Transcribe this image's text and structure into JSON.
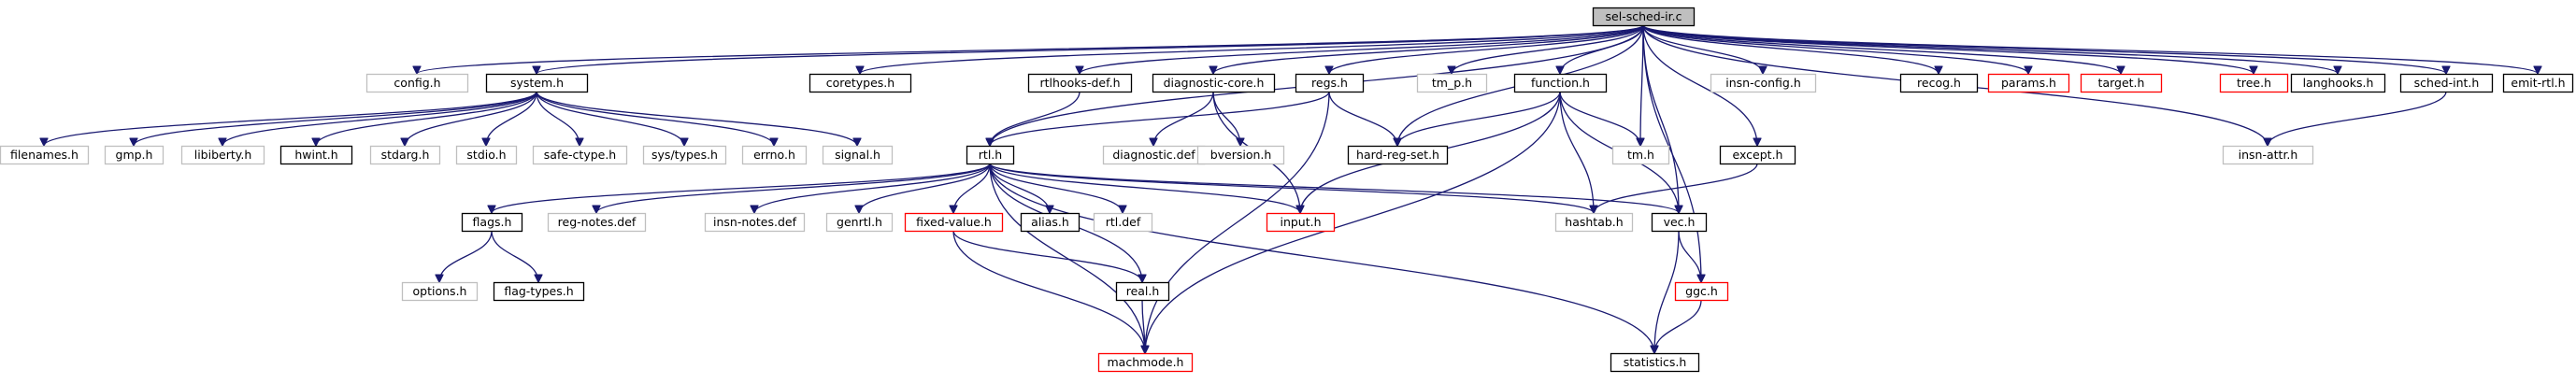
{
  "graph": {
    "title": "sel-sched-ir.c",
    "colors": {
      "root_fill": "#bfbfbf",
      "normal_border": "#000000",
      "muted_border": "#bfbfbf",
      "truncated_border": "#ff0000",
      "edge": "#191970",
      "text": "#000000"
    },
    "nodes": [
      {
        "id": "sel-sched-ir-c",
        "label": "sel-sched-ir.c",
        "style": "root"
      },
      {
        "id": "config-h",
        "label": "config.h",
        "style": "muted"
      },
      {
        "id": "system-h",
        "label": "system.h",
        "style": "normal"
      },
      {
        "id": "coretypes-h",
        "label": "coretypes.h",
        "style": "normal"
      },
      {
        "id": "rtlhooks-def-h",
        "label": "rtlhooks-def.h",
        "style": "normal"
      },
      {
        "id": "diagnostic-core-h",
        "label": "diagnostic-core.h",
        "style": "normal"
      },
      {
        "id": "regs-h",
        "label": "regs.h",
        "style": "normal"
      },
      {
        "id": "tm-p-h",
        "label": "tm_p.h",
        "style": "muted"
      },
      {
        "id": "function-h",
        "label": "function.h",
        "style": "normal"
      },
      {
        "id": "insn-config-h",
        "label": "insn-config.h",
        "style": "muted"
      },
      {
        "id": "recog-h",
        "label": "recog.h",
        "style": "normal"
      },
      {
        "id": "params-h",
        "label": "params.h",
        "style": "truncated"
      },
      {
        "id": "target-h",
        "label": "target.h",
        "style": "truncated"
      },
      {
        "id": "tree-h",
        "label": "tree.h",
        "style": "truncated"
      },
      {
        "id": "langhooks-h",
        "label": "langhooks.h",
        "style": "normal"
      },
      {
        "id": "sched-int-h",
        "label": "sched-int.h",
        "style": "normal"
      },
      {
        "id": "emit-rtl-h",
        "label": "emit-rtl.h",
        "style": "normal"
      },
      {
        "id": "filenames-h",
        "label": "filenames.h",
        "style": "muted"
      },
      {
        "id": "gmp-h",
        "label": "gmp.h",
        "style": "muted"
      },
      {
        "id": "libiberty-h",
        "label": "libiberty.h",
        "style": "muted"
      },
      {
        "id": "hwint-h",
        "label": "hwint.h",
        "style": "normal"
      },
      {
        "id": "stdarg-h",
        "label": "stdarg.h",
        "style": "muted"
      },
      {
        "id": "stdio-h",
        "label": "stdio.h",
        "style": "muted"
      },
      {
        "id": "safe-ctype-h",
        "label": "safe-ctype.h",
        "style": "muted"
      },
      {
        "id": "sys-types-h",
        "label": "sys/types.h",
        "style": "muted"
      },
      {
        "id": "errno-h",
        "label": "errno.h",
        "style": "muted"
      },
      {
        "id": "signal-h",
        "label": "signal.h",
        "style": "muted"
      },
      {
        "id": "rtl-h",
        "label": "rtl.h",
        "style": "normal"
      },
      {
        "id": "diagnostic-def",
        "label": "diagnostic.def",
        "style": "muted"
      },
      {
        "id": "bversion-h",
        "label": "bversion.h",
        "style": "muted"
      },
      {
        "id": "hard-reg-set-h",
        "label": "hard-reg-set.h",
        "style": "normal"
      },
      {
        "id": "tm-h",
        "label": "tm.h",
        "style": "muted"
      },
      {
        "id": "except-h",
        "label": "except.h",
        "style": "normal"
      },
      {
        "id": "insn-attr-h",
        "label": "insn-attr.h",
        "style": "muted"
      },
      {
        "id": "flags-h",
        "label": "flags.h",
        "style": "normal"
      },
      {
        "id": "reg-notes-def",
        "label": "reg-notes.def",
        "style": "muted"
      },
      {
        "id": "insn-notes-def",
        "label": "insn-notes.def",
        "style": "muted"
      },
      {
        "id": "genrtl-h",
        "label": "genrtl.h",
        "style": "muted"
      },
      {
        "id": "fixed-value-h",
        "label": "fixed-value.h",
        "style": "truncated"
      },
      {
        "id": "alias-h",
        "label": "alias.h",
        "style": "normal"
      },
      {
        "id": "rtl-def",
        "label": "rtl.def",
        "style": "muted"
      },
      {
        "id": "input-h",
        "label": "input.h",
        "style": "truncated"
      },
      {
        "id": "hashtab-h",
        "label": "hashtab.h",
        "style": "muted"
      },
      {
        "id": "vec-h",
        "label": "vec.h",
        "style": "normal"
      },
      {
        "id": "options-h",
        "label": "options.h",
        "style": "muted"
      },
      {
        "id": "flag-types-h",
        "label": "flag-types.h",
        "style": "normal"
      },
      {
        "id": "real-h",
        "label": "real.h",
        "style": "normal"
      },
      {
        "id": "ggc-h",
        "label": "ggc.h",
        "style": "truncated"
      },
      {
        "id": "machmode-h",
        "label": "machmode.h",
        "style": "truncated"
      },
      {
        "id": "statistics-h",
        "label": "statistics.h",
        "style": "normal"
      }
    ],
    "edges": [
      [
        "sel-sched-ir-c",
        "config-h"
      ],
      [
        "sel-sched-ir-c",
        "system-h"
      ],
      [
        "sel-sched-ir-c",
        "coretypes-h"
      ],
      [
        "sel-sched-ir-c",
        "rtlhooks-def-h"
      ],
      [
        "sel-sched-ir-c",
        "diagnostic-core-h"
      ],
      [
        "sel-sched-ir-c",
        "regs-h"
      ],
      [
        "sel-sched-ir-c",
        "tm-p-h"
      ],
      [
        "sel-sched-ir-c",
        "function-h"
      ],
      [
        "sel-sched-ir-c",
        "insn-config-h"
      ],
      [
        "sel-sched-ir-c",
        "recog-h"
      ],
      [
        "sel-sched-ir-c",
        "params-h"
      ],
      [
        "sel-sched-ir-c",
        "target-h"
      ],
      [
        "sel-sched-ir-c",
        "tree-h"
      ],
      [
        "sel-sched-ir-c",
        "langhooks-h"
      ],
      [
        "sel-sched-ir-c",
        "sched-int-h"
      ],
      [
        "sel-sched-ir-c",
        "emit-rtl-h"
      ],
      [
        "sel-sched-ir-c",
        "rtl-h"
      ],
      [
        "sel-sched-ir-c",
        "hard-reg-set-h"
      ],
      [
        "sel-sched-ir-c",
        "tm-h"
      ],
      [
        "sel-sched-ir-c",
        "except-h"
      ],
      [
        "sel-sched-ir-c",
        "insn-attr-h"
      ],
      [
        "sel-sched-ir-c",
        "vec-h"
      ],
      [
        "sel-sched-ir-c",
        "ggc-h"
      ],
      [
        "system-h",
        "filenames-h"
      ],
      [
        "system-h",
        "gmp-h"
      ],
      [
        "system-h",
        "libiberty-h"
      ],
      [
        "system-h",
        "hwint-h"
      ],
      [
        "system-h",
        "stdarg-h"
      ],
      [
        "system-h",
        "stdio-h"
      ],
      [
        "system-h",
        "safe-ctype-h"
      ],
      [
        "system-h",
        "sys-types-h"
      ],
      [
        "system-h",
        "errno-h"
      ],
      [
        "system-h",
        "signal-h"
      ],
      [
        "rtlhooks-def-h",
        "rtl-h"
      ],
      [
        "diagnostic-core-h",
        "diagnostic-def"
      ],
      [
        "diagnostic-core-h",
        "bversion-h"
      ],
      [
        "diagnostic-core-h",
        "input-h"
      ],
      [
        "regs-h",
        "rtl-h"
      ],
      [
        "regs-h",
        "hard-reg-set-h"
      ],
      [
        "regs-h",
        "machmode-h"
      ],
      [
        "function-h",
        "hard-reg-set-h"
      ],
      [
        "function-h",
        "tm-h"
      ],
      [
        "function-h",
        "hashtab-h"
      ],
      [
        "function-h",
        "vec-h"
      ],
      [
        "function-h",
        "input-h"
      ],
      [
        "function-h",
        "machmode-h"
      ],
      [
        "sched-int-h",
        "insn-attr-h"
      ],
      [
        "except-h",
        "hashtab-h"
      ],
      [
        "rtl-h",
        "flags-h"
      ],
      [
        "rtl-h",
        "reg-notes-def"
      ],
      [
        "rtl-h",
        "insn-notes-def"
      ],
      [
        "rtl-h",
        "genrtl-h"
      ],
      [
        "rtl-h",
        "fixed-value-h"
      ],
      [
        "rtl-h",
        "alias-h"
      ],
      [
        "rtl-h",
        "rtl-def"
      ],
      [
        "rtl-h",
        "input-h"
      ],
      [
        "rtl-h",
        "hashtab-h"
      ],
      [
        "rtl-h",
        "vec-h"
      ],
      [
        "rtl-h",
        "real-h"
      ],
      [
        "rtl-h",
        "machmode-h"
      ],
      [
        "rtl-h",
        "statistics-h"
      ],
      [
        "flags-h",
        "options-h"
      ],
      [
        "flags-h",
        "flag-types-h"
      ],
      [
        "fixed-value-h",
        "real-h"
      ],
      [
        "fixed-value-h",
        "machmode-h"
      ],
      [
        "real-h",
        "machmode-h"
      ],
      [
        "vec-h",
        "ggc-h"
      ],
      [
        "vec-h",
        "statistics-h"
      ],
      [
        "ggc-h",
        "statistics-h"
      ]
    ]
  }
}
